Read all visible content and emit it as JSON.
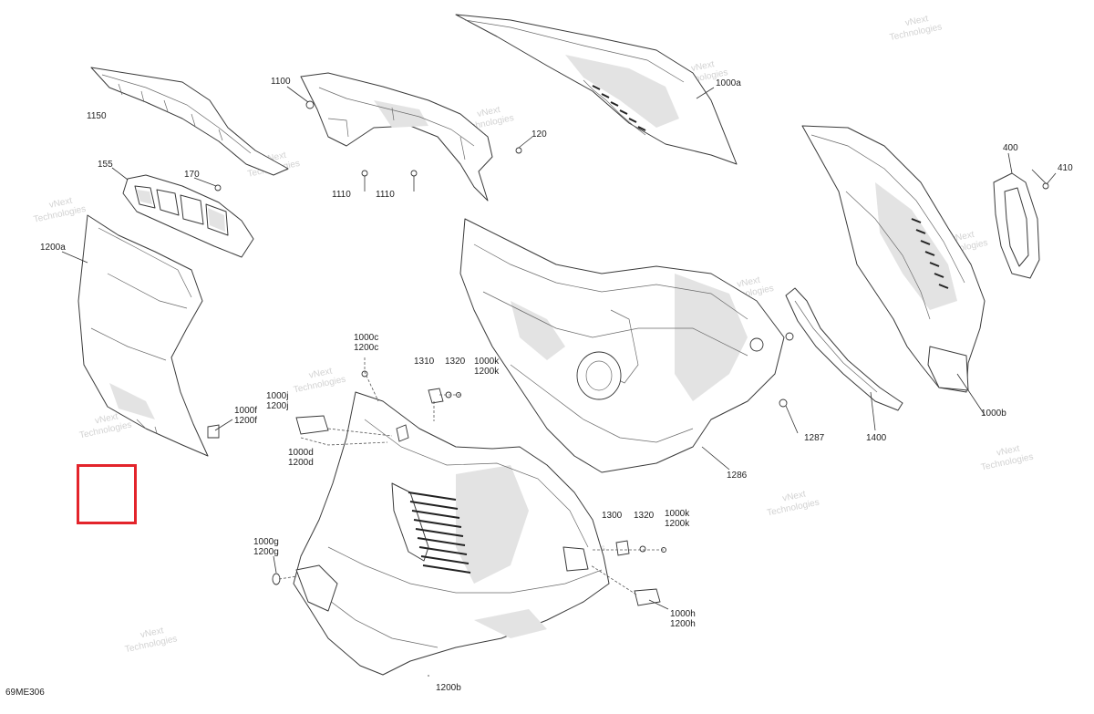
{
  "diagram": {
    "code": "69ME306",
    "highlight_color": "#e3242b",
    "callouts": {
      "c1150": "1150",
      "c1100": "1100",
      "c1000a": "1000a",
      "c120": "120",
      "c1110a": "1110",
      "c1110b": "1110",
      "c155": "155",
      "c170": "170",
      "c400": "400",
      "c410": "410",
      "c1200a": "1200a",
      "c1000c": "1000c",
      "c1200c": "1200c",
      "c1310": "1310",
      "c1320a": "1320",
      "c1000k_a": "1000k",
      "c1200k_a": "1200k",
      "c1000j": "1000j",
      "c1200j": "1200j",
      "c1000f": "1000f",
      "c1200f": "1200f",
      "c1000d": "1000d",
      "c1200d": "1200d",
      "c1287": "1287",
      "c1400": "1400",
      "c1000b": "1000b",
      "c1286": "1286",
      "c1300": "1300",
      "c1320b": "1320",
      "c1000k_b": "1000k",
      "c1200k_b": "1200k",
      "c1000g": "1000g",
      "c1200g": "1200g",
      "c1000h": "1000h",
      "c1200h": "1200h",
      "c1200b": "1200b"
    },
    "watermark": {
      "line1": "vNext",
      "line2": "Technologies"
    }
  }
}
